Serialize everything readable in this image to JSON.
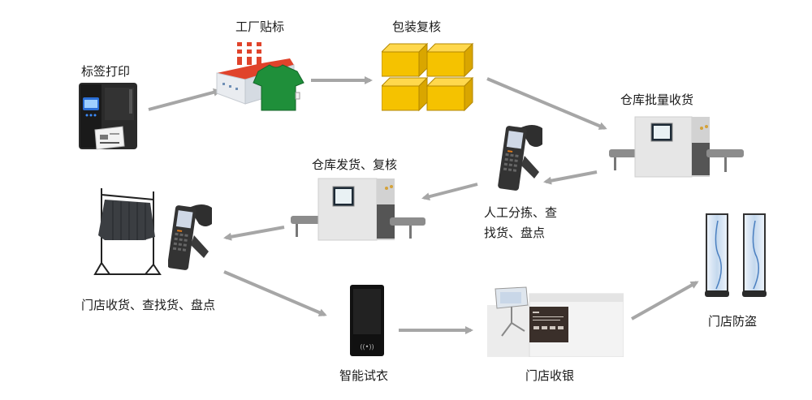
{
  "diagram": {
    "type": "RFID retail supply-chain flow",
    "nodes": [
      {
        "id": "label-print",
        "label": "标签打印",
        "icon": "label-printer-icon"
      },
      {
        "id": "factory-tag",
        "label": "工厂贴标",
        "icon": "factory-tshirt-icon"
      },
      {
        "id": "pack-check",
        "label": "包装复核",
        "icon": "boxes-icon"
      },
      {
        "id": "wh-receive",
        "label": "仓库批量收货",
        "icon": "tunnel-scanner-icon"
      },
      {
        "id": "manual-sort",
        "label_line1": "人工分拣、查",
        "label_line2": "找货、盘点",
        "icon": "handheld-reader-icon"
      },
      {
        "id": "wh-ship",
        "label": "仓库发货、复核",
        "icon": "tunnel-scanner-icon"
      },
      {
        "id": "store-receive",
        "label": "门店收货、查找货、盘点",
        "icon": "clothes-rack-reader-icon"
      },
      {
        "id": "smart-fitting",
        "label": "智能试衣",
        "icon": "smart-mirror-icon"
      },
      {
        "id": "store-checkout",
        "label": "门店收银",
        "icon": "checkout-counter-icon"
      },
      {
        "id": "store-antitheft",
        "label": "门店防盗",
        "icon": "eas-gate-icon"
      }
    ],
    "edges": [
      [
        "label-print",
        "factory-tag"
      ],
      [
        "factory-tag",
        "pack-check"
      ],
      [
        "pack-check",
        "wh-receive"
      ],
      [
        "wh-receive",
        "manual-sort"
      ],
      [
        "manual-sort",
        "wh-ship"
      ],
      [
        "wh-ship",
        "store-receive"
      ],
      [
        "store-receive",
        "smart-fitting"
      ],
      [
        "smart-fitting",
        "store-checkout"
      ],
      [
        "store-checkout",
        "store-antitheft"
      ]
    ],
    "colors": {
      "arrow": "#a6a6a6",
      "box": "#f5c200",
      "shirt": "#1f8f3a",
      "factory_roof": "#e0432b"
    }
  }
}
